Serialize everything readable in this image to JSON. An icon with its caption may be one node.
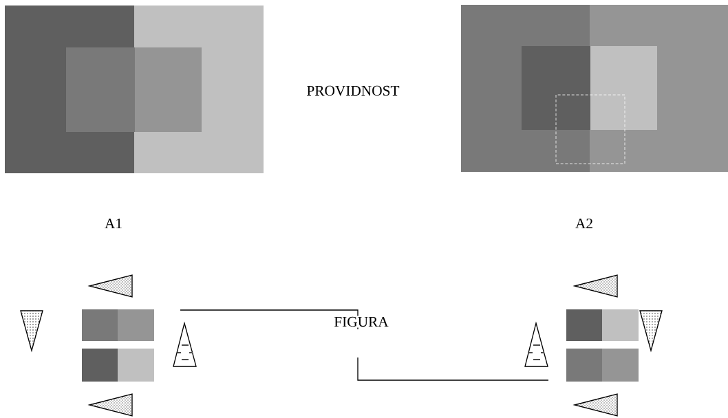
{
  "diagram": {
    "labels": [
      "PROVIDNOST",
      "A1",
      "A2",
      "FIGURA"
    ]
  }
}
